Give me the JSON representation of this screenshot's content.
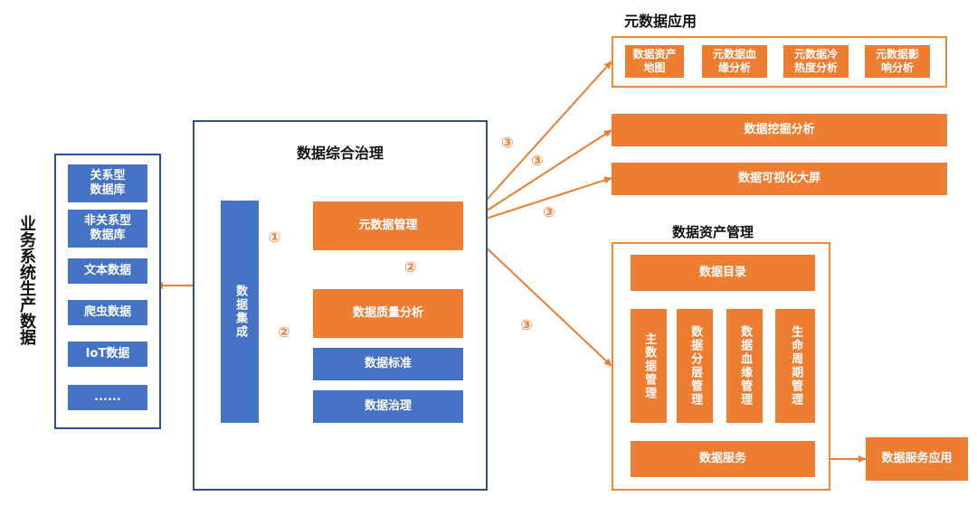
{
  "side_label": "业务系统生产数据",
  "sources": {
    "items": [
      "关系型\n数据库",
      "非关系型\n数据库",
      "文本数据",
      "爬虫数据",
      "IoT数据",
      "......"
    ]
  },
  "governance": {
    "title": "数据综合治理",
    "integration": "数据集成",
    "metadata_mgmt": "元数据管理",
    "quality": "数据质量分析",
    "standard": "数据标准",
    "governance_box": "数据治理"
  },
  "meta_app": {
    "title": "元数据应用",
    "items": [
      "数据资产\n地图",
      "元数据血\n缘分析",
      "元数据冷\n热度分析",
      "元数据影\n响分析"
    ]
  },
  "mining": "数据挖掘分析",
  "visual": "数据可视化大屏",
  "asset": {
    "title": "数据资产管理",
    "catalog": "数据目录",
    "cols": [
      "主数据管理",
      "数据分层管理",
      "数据血缘管理",
      "生命周期管理"
    ],
    "bottom": "数据服务",
    "external": "数据服务应用"
  },
  "steps": {
    "one": "①",
    "two": "②",
    "two_b": "②",
    "three_a": "③",
    "three_b": "③",
    "three_c": "③",
    "three_d": "③"
  },
  "colors": {
    "blue": "#4472c4",
    "orange": "#ed7d31",
    "frame_blue": "#2e4f8f"
  }
}
